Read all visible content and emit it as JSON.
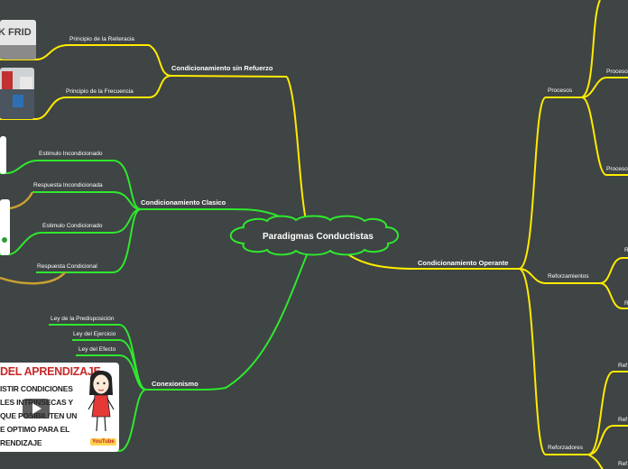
{
  "central": {
    "title": "Paradigmas  Conductistas"
  },
  "branches": {
    "sin_refuerzo": {
      "title": "Condicionamiento sin Refuerzo",
      "items": [
        "Principio de la Reiteracia",
        "Principio de la Frecuencia"
      ]
    },
    "clasico": {
      "title": "Condicionamiento Clasico",
      "items": [
        "Estimulo Incondicionado",
        "Respuesta Incondicionada",
        "Estimulo Condicionado",
        "Respuesta Condicional"
      ]
    },
    "conexionismo": {
      "title": "Conexionismo",
      "items": [
        "Ley de la Predisposición",
        "Ley del Ejercicio",
        "Ley del Efecto"
      ]
    },
    "operante": {
      "title": "Condicionamiento Operante",
      "procesos": {
        "title": "Procesos",
        "items": [
          "Proceso",
          "Proceso"
        ]
      },
      "reforzamientos": {
        "title": "Reforzamientos",
        "items": [
          "R",
          "R"
        ]
      },
      "reforzadores": {
        "title": "Reforzadores",
        "items": [
          "Ref",
          "Ref",
          "Ref"
        ]
      }
    }
  },
  "images": {
    "protest_text": "K FRID",
    "banner": {
      "title": "DEL APRENDIZAJE",
      "lines": [
        "ISTIR CONDICIONES",
        "LES INTRINSECAS Y",
        "QUE POSIBILITEN UN",
        "E OPTIMO PARA EL",
        "RENDIZAJE"
      ],
      "brand": "YouTube"
    }
  },
  "colors": {
    "background": "#3f4444",
    "yellow_branch": "#ffeb00",
    "green_branch": "#2ee82e",
    "tan_connector": "#c8a032",
    "central_fill": "#3f4444"
  }
}
